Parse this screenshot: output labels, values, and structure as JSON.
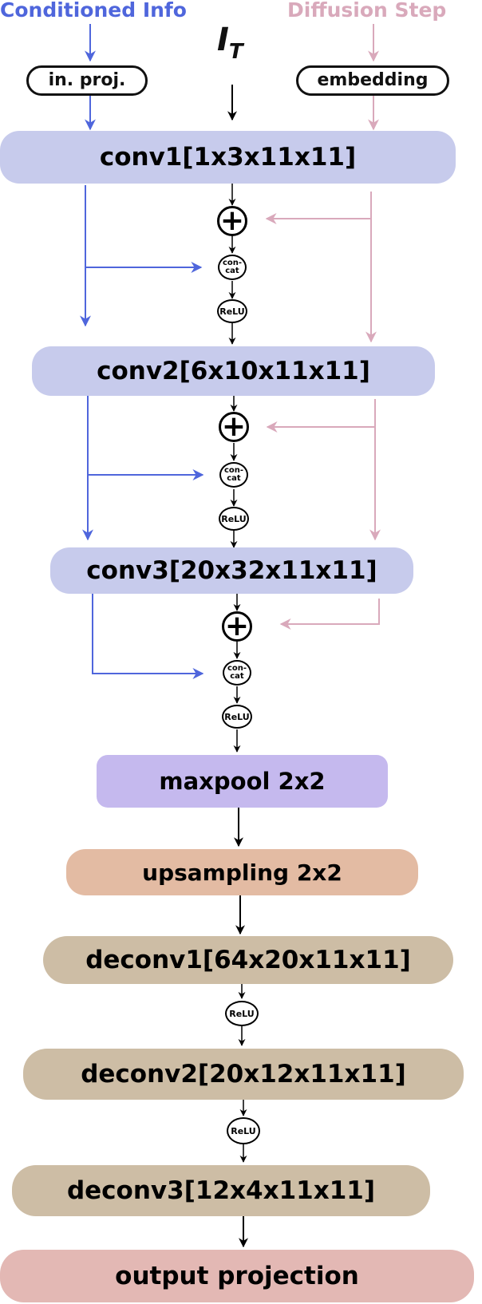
{
  "inputs": {
    "conditioned_info": "Conditioned Info",
    "diffusion_step": "Diffusion Step",
    "it_main": "I",
    "it_sub": "T",
    "in_proj": "in. proj.",
    "embedding": "embedding"
  },
  "layers": {
    "conv1": "conv1[1x3x11x11]",
    "conv2": "conv2[6x10x11x11]",
    "conv3": "conv3[20x32x11x11]",
    "maxpool": "maxpool 2x2",
    "upsampling": "upsampling 2x2",
    "deconv1": "deconv1[64x20x11x11]",
    "deconv2": "deconv2[20x12x11x11]",
    "deconv3": "deconv3[12x4x11x11]",
    "output": "output projection"
  },
  "ops": {
    "plus": "+",
    "concat_line1": "con-",
    "concat_line2": "cat",
    "relu": "ReLU"
  },
  "colors": {
    "conditioned_arrow": "#4f66dc",
    "diffusion_arrow": "#d9a9bb",
    "conv_box": "#c7cbec",
    "maxpool_box": "#c5b9ee",
    "upsampling_box": "#e3bba3",
    "deconv_box": "#cdbda5",
    "output_box": "#e3b8b4"
  }
}
